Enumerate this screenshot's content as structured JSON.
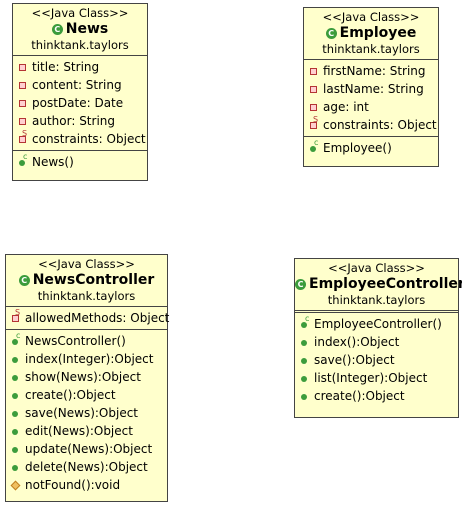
{
  "classes": {
    "news": {
      "stereotype": "<<Java Class>>",
      "name": "News",
      "package": "thinktank.taylors",
      "attributes": [
        {
          "vis": "priv",
          "text": "title: String"
        },
        {
          "vis": "priv",
          "text": "content: String"
        },
        {
          "vis": "priv",
          "text": "postDate: Date"
        },
        {
          "vis": "priv",
          "text": "author: String"
        },
        {
          "vis": "priv static",
          "text": "constraints: Object"
        }
      ],
      "operations": [
        {
          "vis": "pub ctor",
          "text": "News()"
        }
      ]
    },
    "employee": {
      "stereotype": "<<Java Class>>",
      "name": "Employee",
      "package": "thinktank.taylors",
      "attributes": [
        {
          "vis": "priv",
          "text": "firstName: String"
        },
        {
          "vis": "priv",
          "text": "lastName: String"
        },
        {
          "vis": "priv",
          "text": "age: int"
        },
        {
          "vis": "priv static",
          "text": "constraints: Object"
        }
      ],
      "operations": [
        {
          "vis": "pub ctor",
          "text": "Employee()"
        }
      ]
    },
    "newsController": {
      "stereotype": "<<Java Class>>",
      "name": "NewsController",
      "package": "thinktank.taylors",
      "attributes": [
        {
          "vis": "priv static",
          "text": "allowedMethods: Object"
        }
      ],
      "operations": [
        {
          "vis": "pub ctor",
          "text": "NewsController()"
        },
        {
          "vis": "pub",
          "text": "index(Integer):Object"
        },
        {
          "vis": "pub",
          "text": "show(News):Object"
        },
        {
          "vis": "pub",
          "text": "create():Object"
        },
        {
          "vis": "pub",
          "text": "save(News):Object"
        },
        {
          "vis": "pub",
          "text": "edit(News):Object"
        },
        {
          "vis": "pub",
          "text": "update(News):Object"
        },
        {
          "vis": "pub",
          "text": "delete(News):Object"
        },
        {
          "vis": "prot",
          "text": "notFound():void"
        }
      ]
    },
    "employeeController": {
      "stereotype": "<<Java Class>>",
      "name": "EmployeeController",
      "package": "thinktank.taylors",
      "attributes": [],
      "operations": [
        {
          "vis": "pub ctor",
          "text": "EmployeeController()"
        },
        {
          "vis": "pub",
          "text": "index():Object"
        },
        {
          "vis": "pub",
          "text": "save():Object"
        },
        {
          "vis": "pub",
          "text": "list(Integer):Object"
        },
        {
          "vis": "pub",
          "text": "create():Object"
        }
      ]
    }
  },
  "icons": {
    "class": "class-icon",
    "private": "private-field-icon",
    "public": "public-method-icon",
    "protected": "protected-method-icon"
  },
  "colors": {
    "class_fill": "#ffffcc",
    "class_border": "#444444",
    "public": "#3c9c3c",
    "private": "#b43434"
  }
}
